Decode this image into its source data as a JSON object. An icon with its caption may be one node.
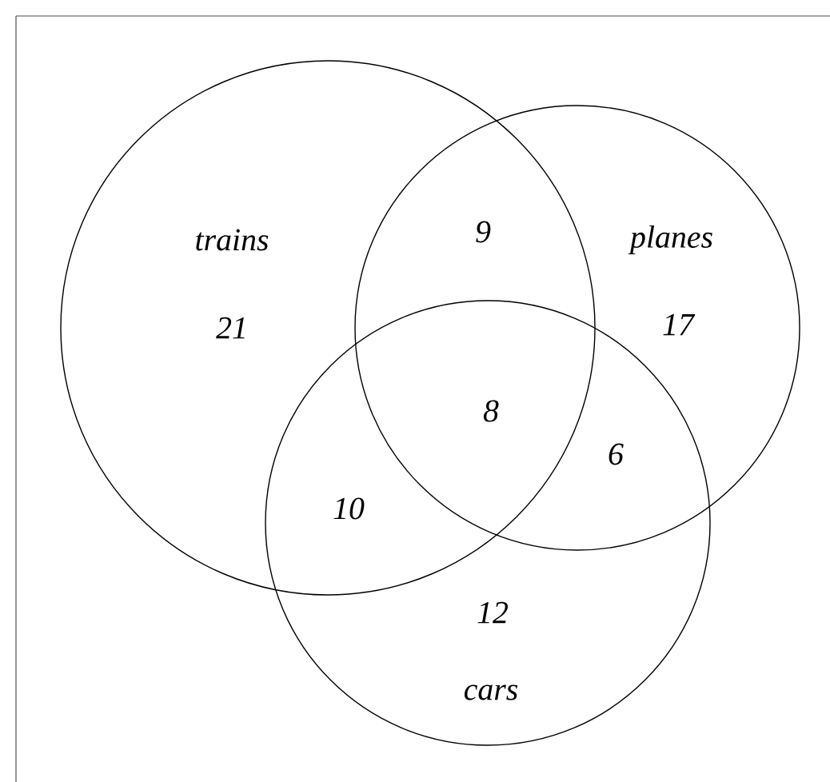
{
  "diagram": {
    "nodes": [
      {
        "text": [
          "trains"
        ]
      },
      {
        "text": [
          "planes"
        ]
      },
      {
        "text": [
          "cars"
        ]
      }
    ],
    "labels": [
      "9",
      "21",
      "17",
      "8",
      "6",
      "10",
      "12"
    ]
  }
}
